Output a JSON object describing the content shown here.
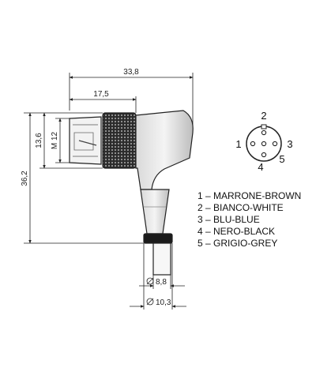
{
  "dimensions": {
    "overall_width": "33,8",
    "body_width": "17,5",
    "nut_height": "13,6",
    "thread": "M 12",
    "overall_height": "36,2",
    "cable_diameter": "8,8",
    "boot_diameter": "10,3"
  },
  "pinout": {
    "pins": [
      "1",
      "2",
      "3",
      "4",
      "5"
    ],
    "colors": {
      "1": "#8b4a1f",
      "2": "#ffffff",
      "3": "#1f4fbf",
      "4": "#111111",
      "5": "#888888"
    }
  },
  "legend": [
    "1 – MARRONE-BROWN",
    "2 – BIANCO-WHITE",
    "3 – BLU-BLUE",
    "4 – NERO-BLACK",
    "5 – GRIGIO-GREY"
  ]
}
